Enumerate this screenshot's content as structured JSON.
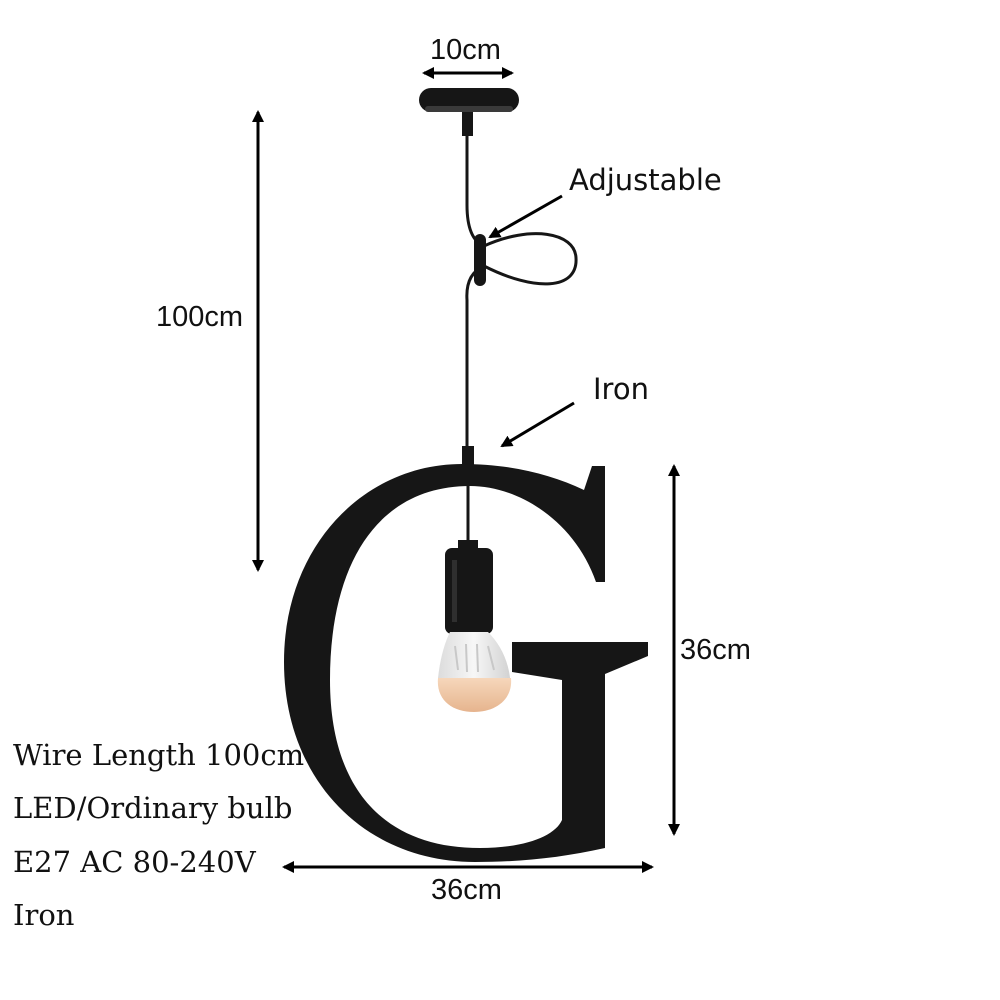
{
  "dimensions": {
    "canopy_width": "10cm",
    "wire_length": "100cm",
    "letter_height": "36cm",
    "letter_width": "36cm"
  },
  "callouts": {
    "adjustable": "Adjustable",
    "material": "Iron"
  },
  "specs": [
    "Wire Length 100cm",
    "LED/Ordinary bulb",
    "E27 AC 80-240V",
    "Iron"
  ],
  "colors": {
    "iron": "#161616",
    "bulb_shell": "#ececec",
    "bulb_glow": "#f1c9a6",
    "text": "#111111"
  }
}
